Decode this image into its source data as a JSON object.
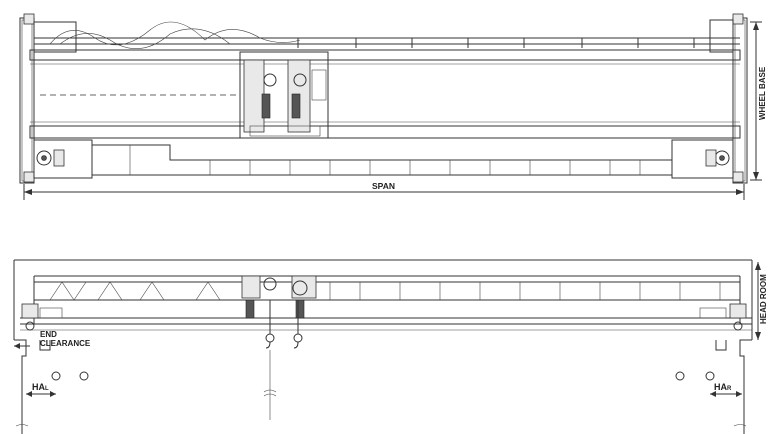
{
  "labels": {
    "span": "SPAN",
    "wheel_base": "WHEEL BASE",
    "head_room": "HEAD ROOM",
    "end_clearance_line1": "END",
    "end_clearance_line2": "CLEARANCE",
    "ha_left_main": "HA",
    "ha_left_sub": "L",
    "ha_right_main": "HA",
    "ha_right_sub": "R"
  },
  "icons": {
    "hook": "crane-hook-icon",
    "trolley": "trolley-hoist-icon",
    "end_truck": "end-truck-icon"
  }
}
